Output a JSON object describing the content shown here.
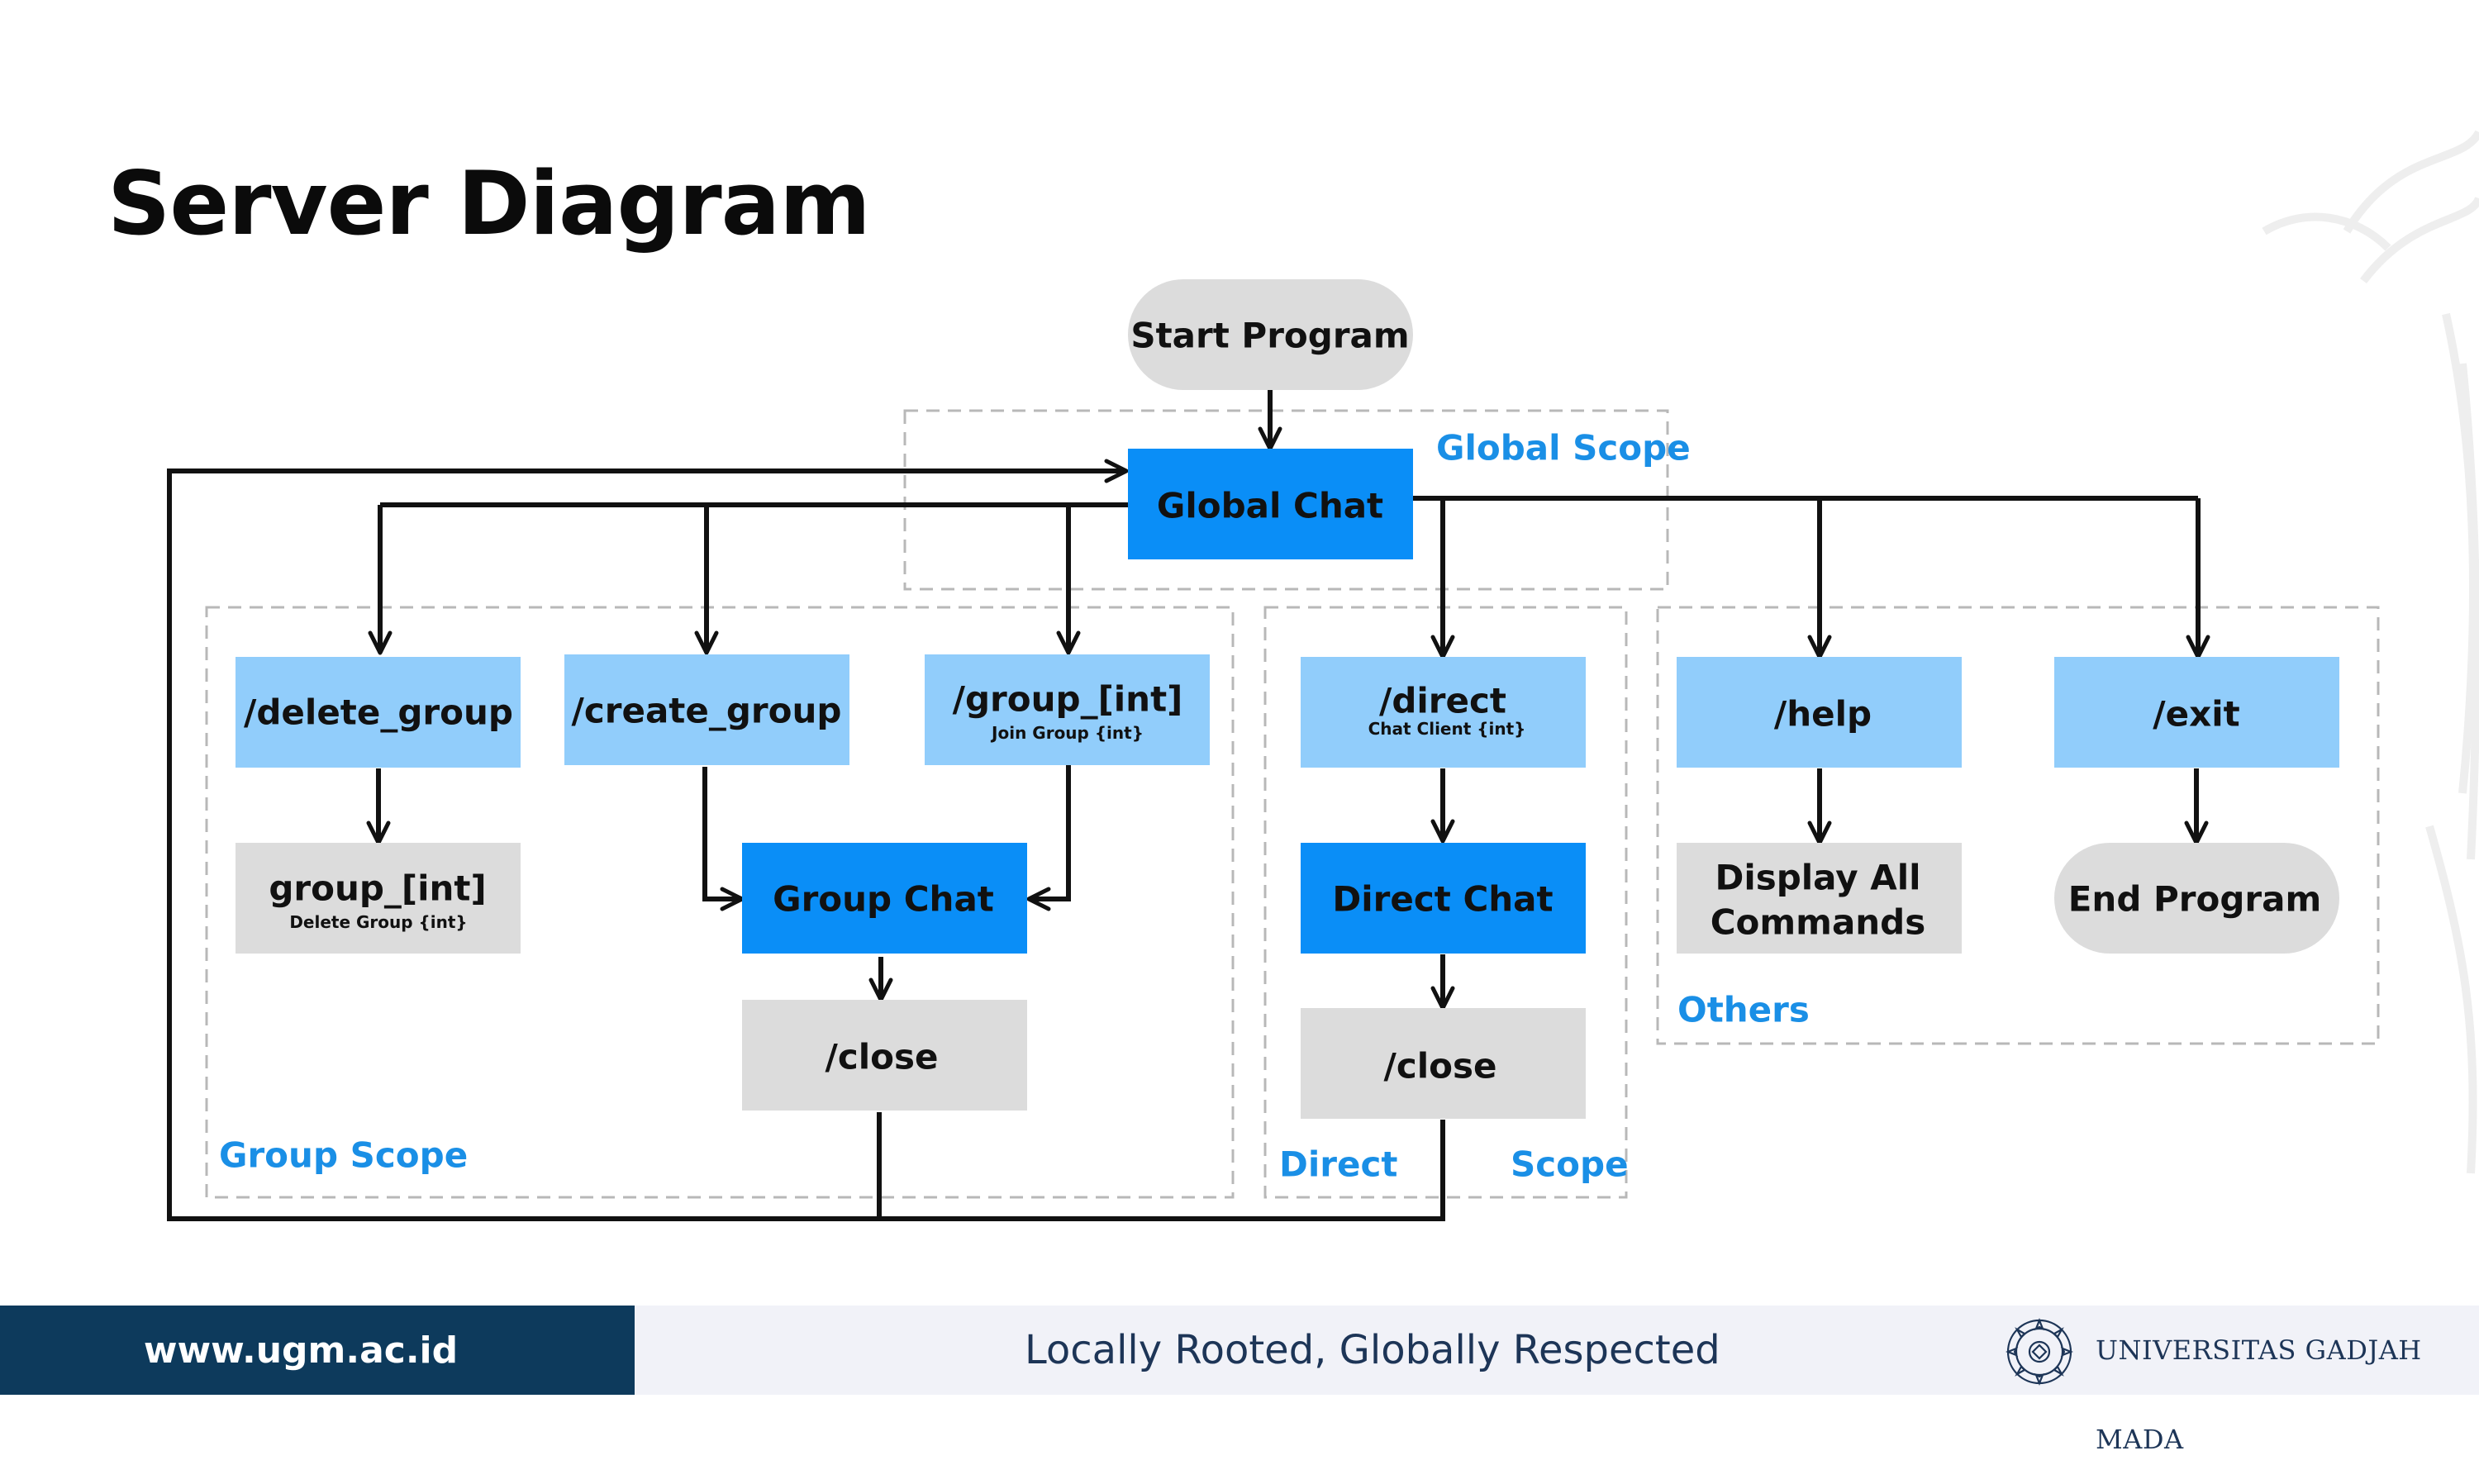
{
  "slide": {
    "title": "Server Diagram"
  },
  "nodes": {
    "start_program": "Start Program",
    "global_chat": "Global Chat",
    "delete_group": "/delete_group",
    "create_group": "/create_group",
    "group_int": "/group_[int]",
    "group_int_sub": "Join Group {int}",
    "direct": "/direct",
    "direct_sub": "Chat Client {int}",
    "help": "/help",
    "exit": "/exit",
    "group_delete": "group_[int]",
    "group_delete_sub": "Delete Group {int}",
    "group_chat": "Group Chat",
    "direct_chat": "Direct Chat",
    "display_all_line1": "Display All",
    "display_all_line2": "Commands",
    "end_program": "End Program",
    "close_group": "/close",
    "close_direct": "/close"
  },
  "scopes": {
    "global": "Global Scope",
    "group": "Group Scope",
    "direct_left": "Direct",
    "direct_right": "Scope",
    "others": "Others"
  },
  "colors": {
    "primary_blue": "#0a8ef7",
    "light_blue": "#91cdfb",
    "gray": "#dcdcdc",
    "scope_text": "#1a8fe6",
    "footer_dark": "#0d3a5c"
  },
  "footer": {
    "url": "www.ugm.ac.id",
    "tagline": "Locally Rooted, Globally Respected",
    "university": "UNIVERSITAS GADJAH MADA",
    "logo_icon": "ugm-seal-icon"
  }
}
